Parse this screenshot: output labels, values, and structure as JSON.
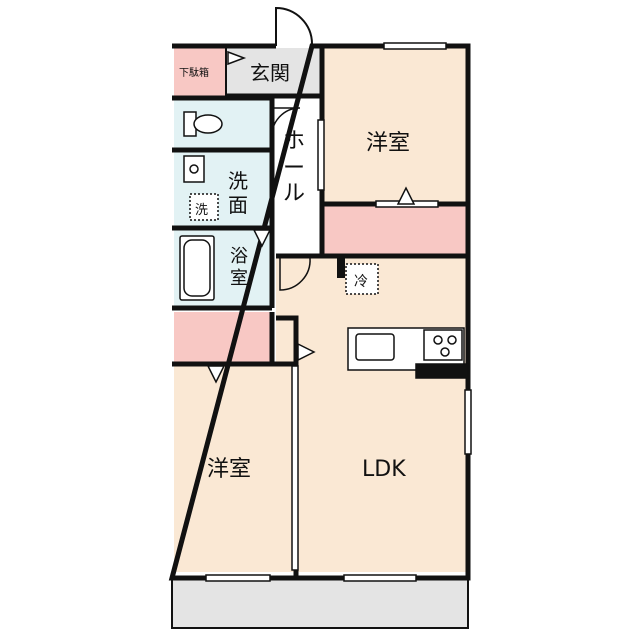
{
  "floorplan": {
    "rooms": {
      "entrance": "玄関",
      "shoe_box": "下駄箱",
      "hall_chars": [
        "ホ",
        "ー",
        "ル"
      ],
      "washroom_chars": [
        "洗",
        "面"
      ],
      "washer": "洗",
      "bath_chars": [
        "浴",
        "室"
      ],
      "western_room_upper": "洋室",
      "western_room_lower": "洋室",
      "ldk": "LDK",
      "fridge": "冷"
    },
    "colors": {
      "room_fill": "#fae8d4",
      "closet_fill": "#f8c8c4",
      "wet_area_fill": "#e2f2f4",
      "hall_fill": "#ffffff",
      "floor_grey_fill": "#e4e4e4",
      "wall": "#111111"
    }
  }
}
